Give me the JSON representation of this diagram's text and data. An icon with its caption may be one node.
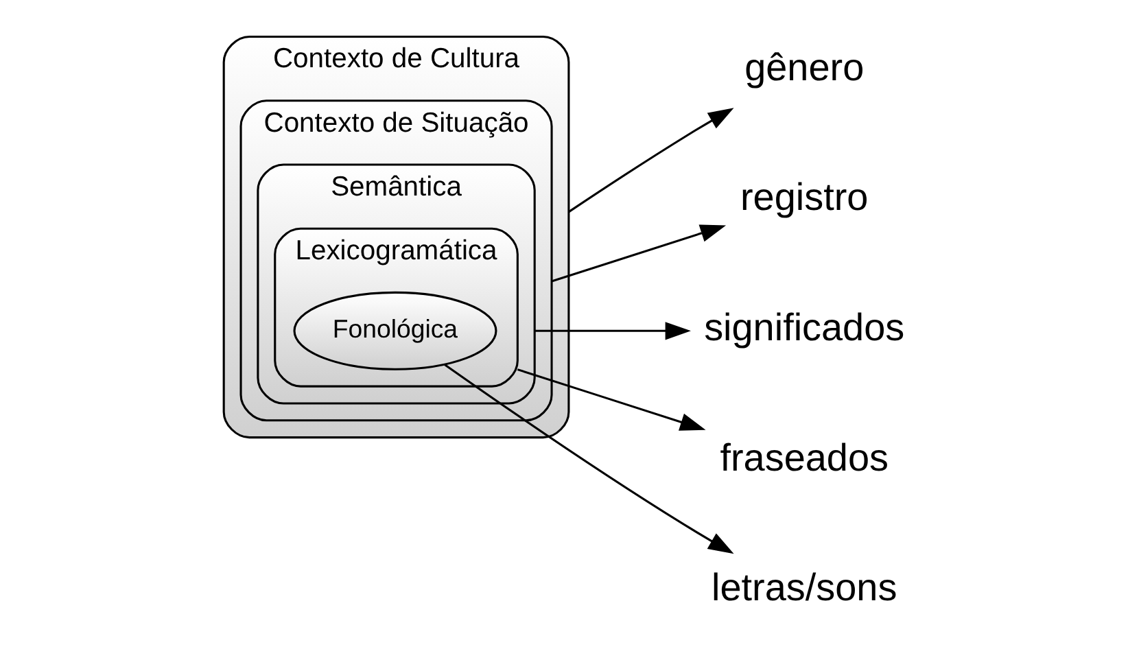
{
  "diagram": {
    "nodes": [
      {
        "text": [
          "Contexto de Cultura"
        ]
      },
      {
        "text": [
          "Contexto de Situação"
        ],
        "in": 0
      },
      {
        "text": [
          "Semântica"
        ],
        "in": 1
      },
      {
        "text": [
          "Lexicogramática"
        ],
        "in": 2
      },
      {
        "text": [
          "Fonológica"
        ],
        "in": 3
      },
      {
        "text": [
          "gênero"
        ]
      },
      {
        "text": [
          "registro"
        ]
      },
      {
        "text": [
          "significados"
        ]
      },
      {
        "text": [
          "fraseados"
        ]
      },
      {
        "text": [
          "letras/sons"
        ]
      }
    ],
    "edges": [
      {
        "from": 0,
        "to": 5,
        "arrow": "to"
      },
      {
        "from": 1,
        "to": 6,
        "arrow": "to"
      },
      {
        "from": 2,
        "to": 7,
        "arrow": "to"
      },
      {
        "from": 3,
        "to": 8,
        "arrow": "to"
      },
      {
        "from": 4,
        "to": 9,
        "arrow": "to"
      }
    ]
  }
}
